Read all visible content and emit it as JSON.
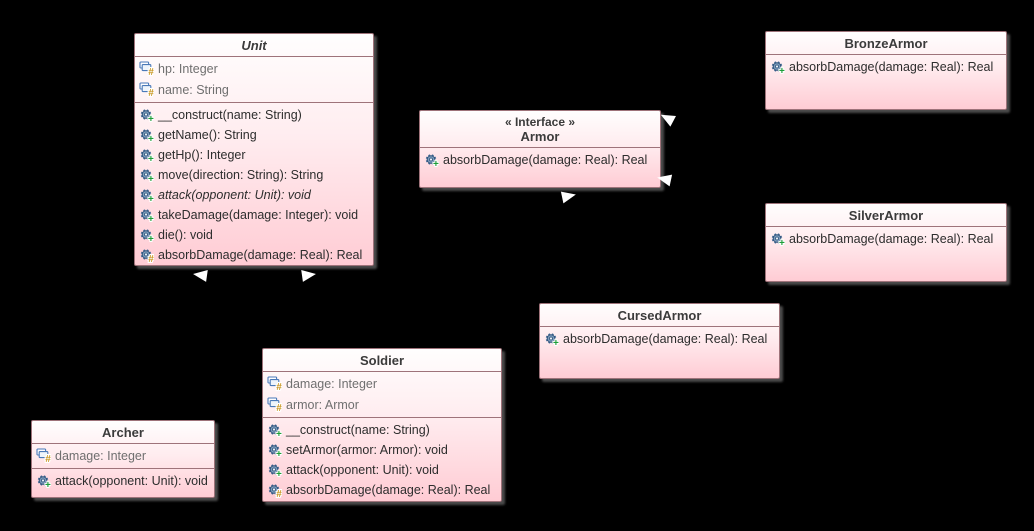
{
  "diagram": {
    "title": "UML class diagram",
    "colors": {
      "background": "#000000",
      "box_border": "#9e737a",
      "box_fill_top": "#fffefe",
      "box_fill_bottom": "#ffccd4",
      "attribute_text": "#6f6f6f",
      "method_text": "#2d2d2d",
      "title_text": "#3b3b3b",
      "field_icon_blue": "#4a79b8",
      "gear_icon_blue": "#7d9cbd",
      "public_badge_green": "#1e9e3a",
      "protected_badge_gold": "#c8941d",
      "arrowhead": "#ffffff"
    },
    "classes": [
      {
        "id": "unit",
        "name": "Unit",
        "abstract": true,
        "stereotype": null,
        "attributes": [
          {
            "visibility": "protected",
            "text": "hp: Integer"
          },
          {
            "visibility": "protected",
            "text": "name: String"
          }
        ],
        "methods": [
          {
            "visibility": "public",
            "text": "__construct(name: String)"
          },
          {
            "visibility": "public",
            "text": "getName(): String"
          },
          {
            "visibility": "public",
            "text": "getHp(): Integer"
          },
          {
            "visibility": "public",
            "text": "move(direction: String): String"
          },
          {
            "visibility": "public",
            "text": "attack(opponent: Unit): void",
            "abstract": true
          },
          {
            "visibility": "public",
            "text": "takeDamage(damage: Integer): void"
          },
          {
            "visibility": "public",
            "text": "die(): void"
          },
          {
            "visibility": "protected",
            "text": "absorbDamage(damage: Real): Real"
          }
        ]
      },
      {
        "id": "armor",
        "name": "Armor",
        "abstract": false,
        "stereotype": "« Interface »",
        "attributes": [],
        "methods": [
          {
            "visibility": "public",
            "text": "absorbDamage(damage: Real): Real"
          }
        ]
      },
      {
        "id": "bronzearmor",
        "name": "BronzeArmor",
        "abstract": false,
        "stereotype": null,
        "attributes": [],
        "methods": [
          {
            "visibility": "public",
            "text": "absorbDamage(damage: Real): Real"
          }
        ]
      },
      {
        "id": "silverarmor",
        "name": "SilverArmor",
        "abstract": false,
        "stereotype": null,
        "attributes": [],
        "methods": [
          {
            "visibility": "public",
            "text": "absorbDamage(damage: Real): Real"
          }
        ]
      },
      {
        "id": "cursedarmor",
        "name": "CursedArmor",
        "abstract": false,
        "stereotype": null,
        "attributes": [],
        "methods": [
          {
            "visibility": "public",
            "text": "absorbDamage(damage: Real): Real"
          }
        ]
      },
      {
        "id": "soldier",
        "name": "Soldier",
        "abstract": false,
        "stereotype": null,
        "attributes": [
          {
            "visibility": "protected",
            "text": "damage: Integer"
          },
          {
            "visibility": "protected",
            "text": "armor: Armor"
          }
        ],
        "methods": [
          {
            "visibility": "public",
            "text": "__construct(name: String)"
          },
          {
            "visibility": "public",
            "text": "setArmor(armor: Armor): void"
          },
          {
            "visibility": "public",
            "text": "attack(opponent: Unit): void"
          },
          {
            "visibility": "protected",
            "text": "absorbDamage(damage: Real): Real"
          }
        ]
      },
      {
        "id": "archer",
        "name": "Archer",
        "abstract": false,
        "stereotype": null,
        "attributes": [
          {
            "visibility": "protected",
            "text": "damage: Integer"
          }
        ],
        "methods": [
          {
            "visibility": "public",
            "text": "attack(opponent: Unit): void"
          }
        ]
      }
    ],
    "arrowheads": [
      {
        "kind": "generalization",
        "location": "below Unit, left",
        "points": "left"
      },
      {
        "kind": "generalization",
        "location": "below Unit, right",
        "points": "right"
      },
      {
        "kind": "realization",
        "location": "right of Armor, top",
        "points": "left"
      },
      {
        "kind": "realization",
        "location": "right of Armor, bottom",
        "points": "left"
      },
      {
        "kind": "realization",
        "location": "below Armor",
        "points": "right"
      }
    ]
  }
}
